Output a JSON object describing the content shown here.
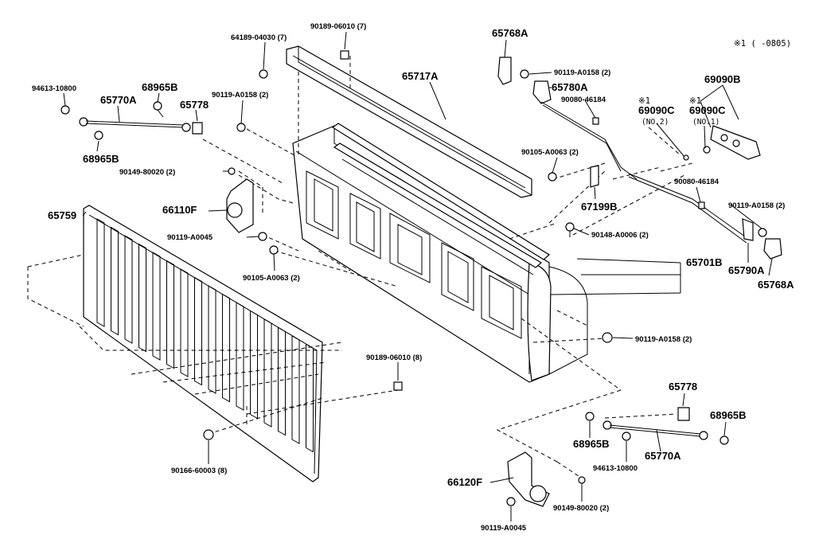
{
  "note": "※1 (      -0805)",
  "labels": {
    "p90189_06010_7": "90189-06010 (7)",
    "p64189_04030_7": "64189-04030 (7)",
    "p65768A_top": "65768A",
    "p65717A": "65717A",
    "p90119_A0158_2_top": "90119-A0158 (2)",
    "p65780A": "65780A",
    "p69090B": "69090B",
    "p94613_10800_left": "94613-10800",
    "p68965B_left_top": "68965B",
    "p65770A_left": "65770A",
    "p65778_left": "65778",
    "p90119_A0158_2_mid": "90119-A0158 (2)",
    "p90080_46184_top": "90080-46184",
    "mark1_a": "※1",
    "p69090C_a": "69090C",
    "no2": "(NO.2)",
    "mark1_b": "※1",
    "p69090C_b": "69090C",
    "no1": "(NO.1)",
    "p68965B_left_bot": "68965B",
    "p90105_A0063_2_top": "90105-A0063 (2)",
    "p90149_80020_2_left": "90149-80020 (2)",
    "p90080_46184_right": "90080-46184",
    "p66110F": "66110F",
    "p67199B": "67199B",
    "p90119_A0158_2_right": "90119-A0158 (2)",
    "p65759": "65759",
    "p90148_A0006_2": "90148-A0006 (2)",
    "p90119_A0045_left": "90119-A0045",
    "p65701B": "65701B",
    "p65790A": "65790A",
    "p90105_A0063_2_bot": "90105-A0063 (2)",
    "p65768A_right": "65768A",
    "p90119_A0158_2_low": "90119-A0158 (2)",
    "p90189_06010_8": "90189-06010 (8)",
    "p65778_right": "65778",
    "p68965B_right": "68965B",
    "p68965B_bot": "68965B",
    "p65770A_right": "65770A",
    "p94613_10800_bot": "94613-10800",
    "p90166_60003_8": "90166-60003 (8)",
    "p66120F": "66120F",
    "p90149_80020_2_bot": "90149-80020 (2)",
    "p90119_A0045_bot": "90119-A0045"
  }
}
